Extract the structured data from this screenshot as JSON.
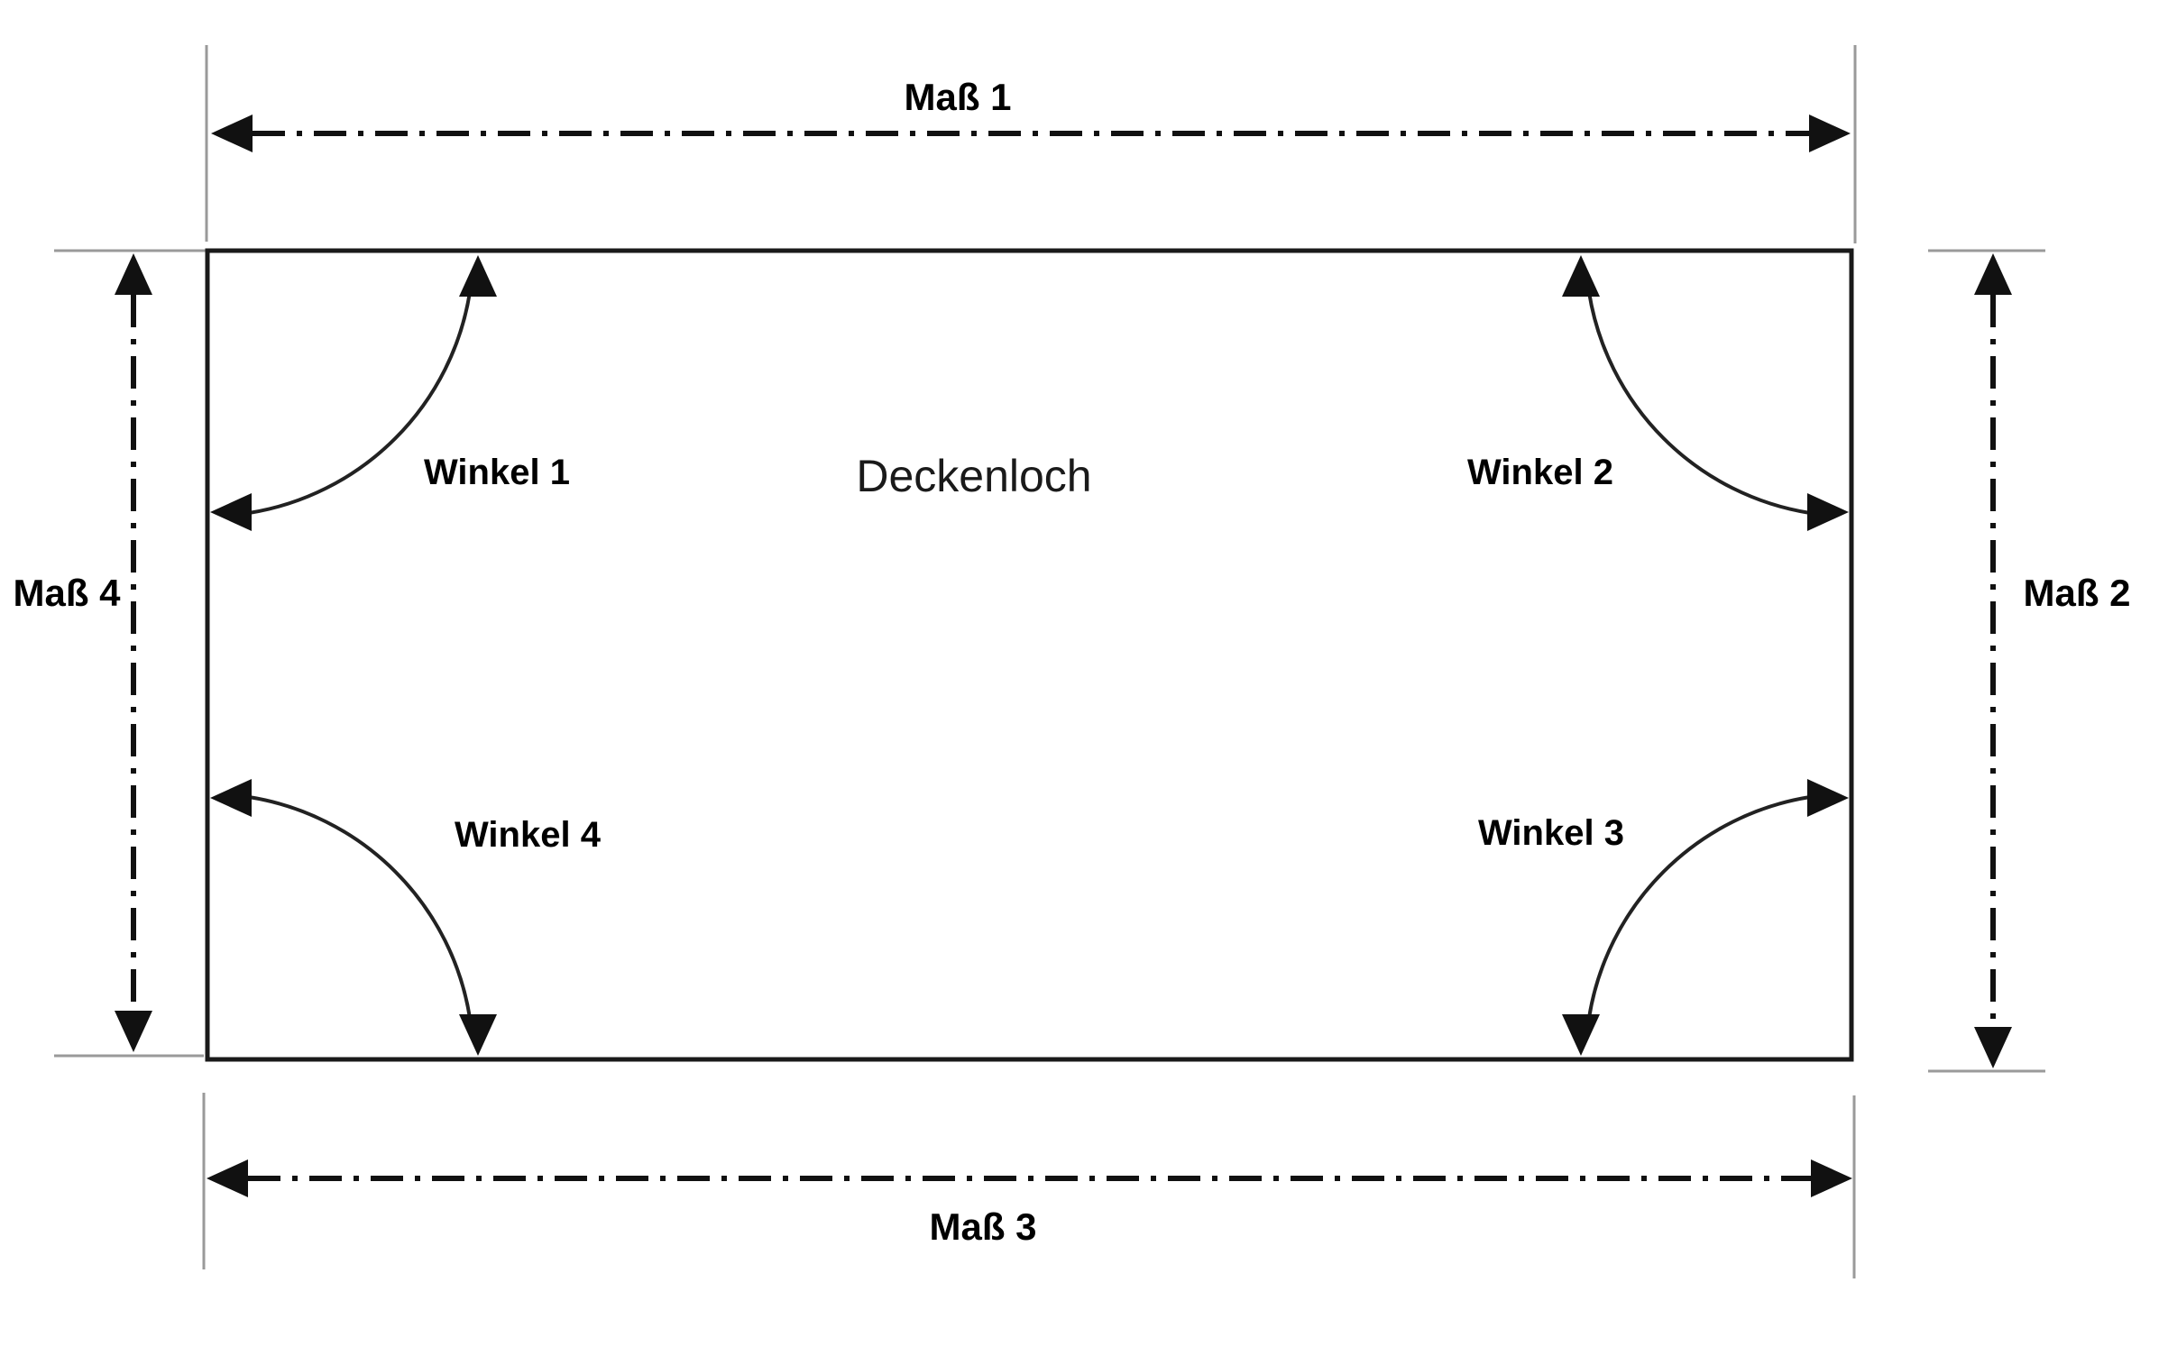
{
  "diagram": {
    "title": "Deckenloch",
    "labels": {
      "mass1": "Maß 1",
      "mass2": "Maß 2",
      "mass3": "Maß 3",
      "mass4": "Maß 4",
      "winkel1": "Winkel 1",
      "winkel2": "Winkel 2",
      "winkel3": "Winkel 3",
      "winkel4": "Winkel 4"
    },
    "colors": {
      "line": "#111111",
      "rectangle_border": "#1a1a1a",
      "extension_line": "#9a9a9a",
      "text": "#000000",
      "background": "#ffffff"
    }
  }
}
